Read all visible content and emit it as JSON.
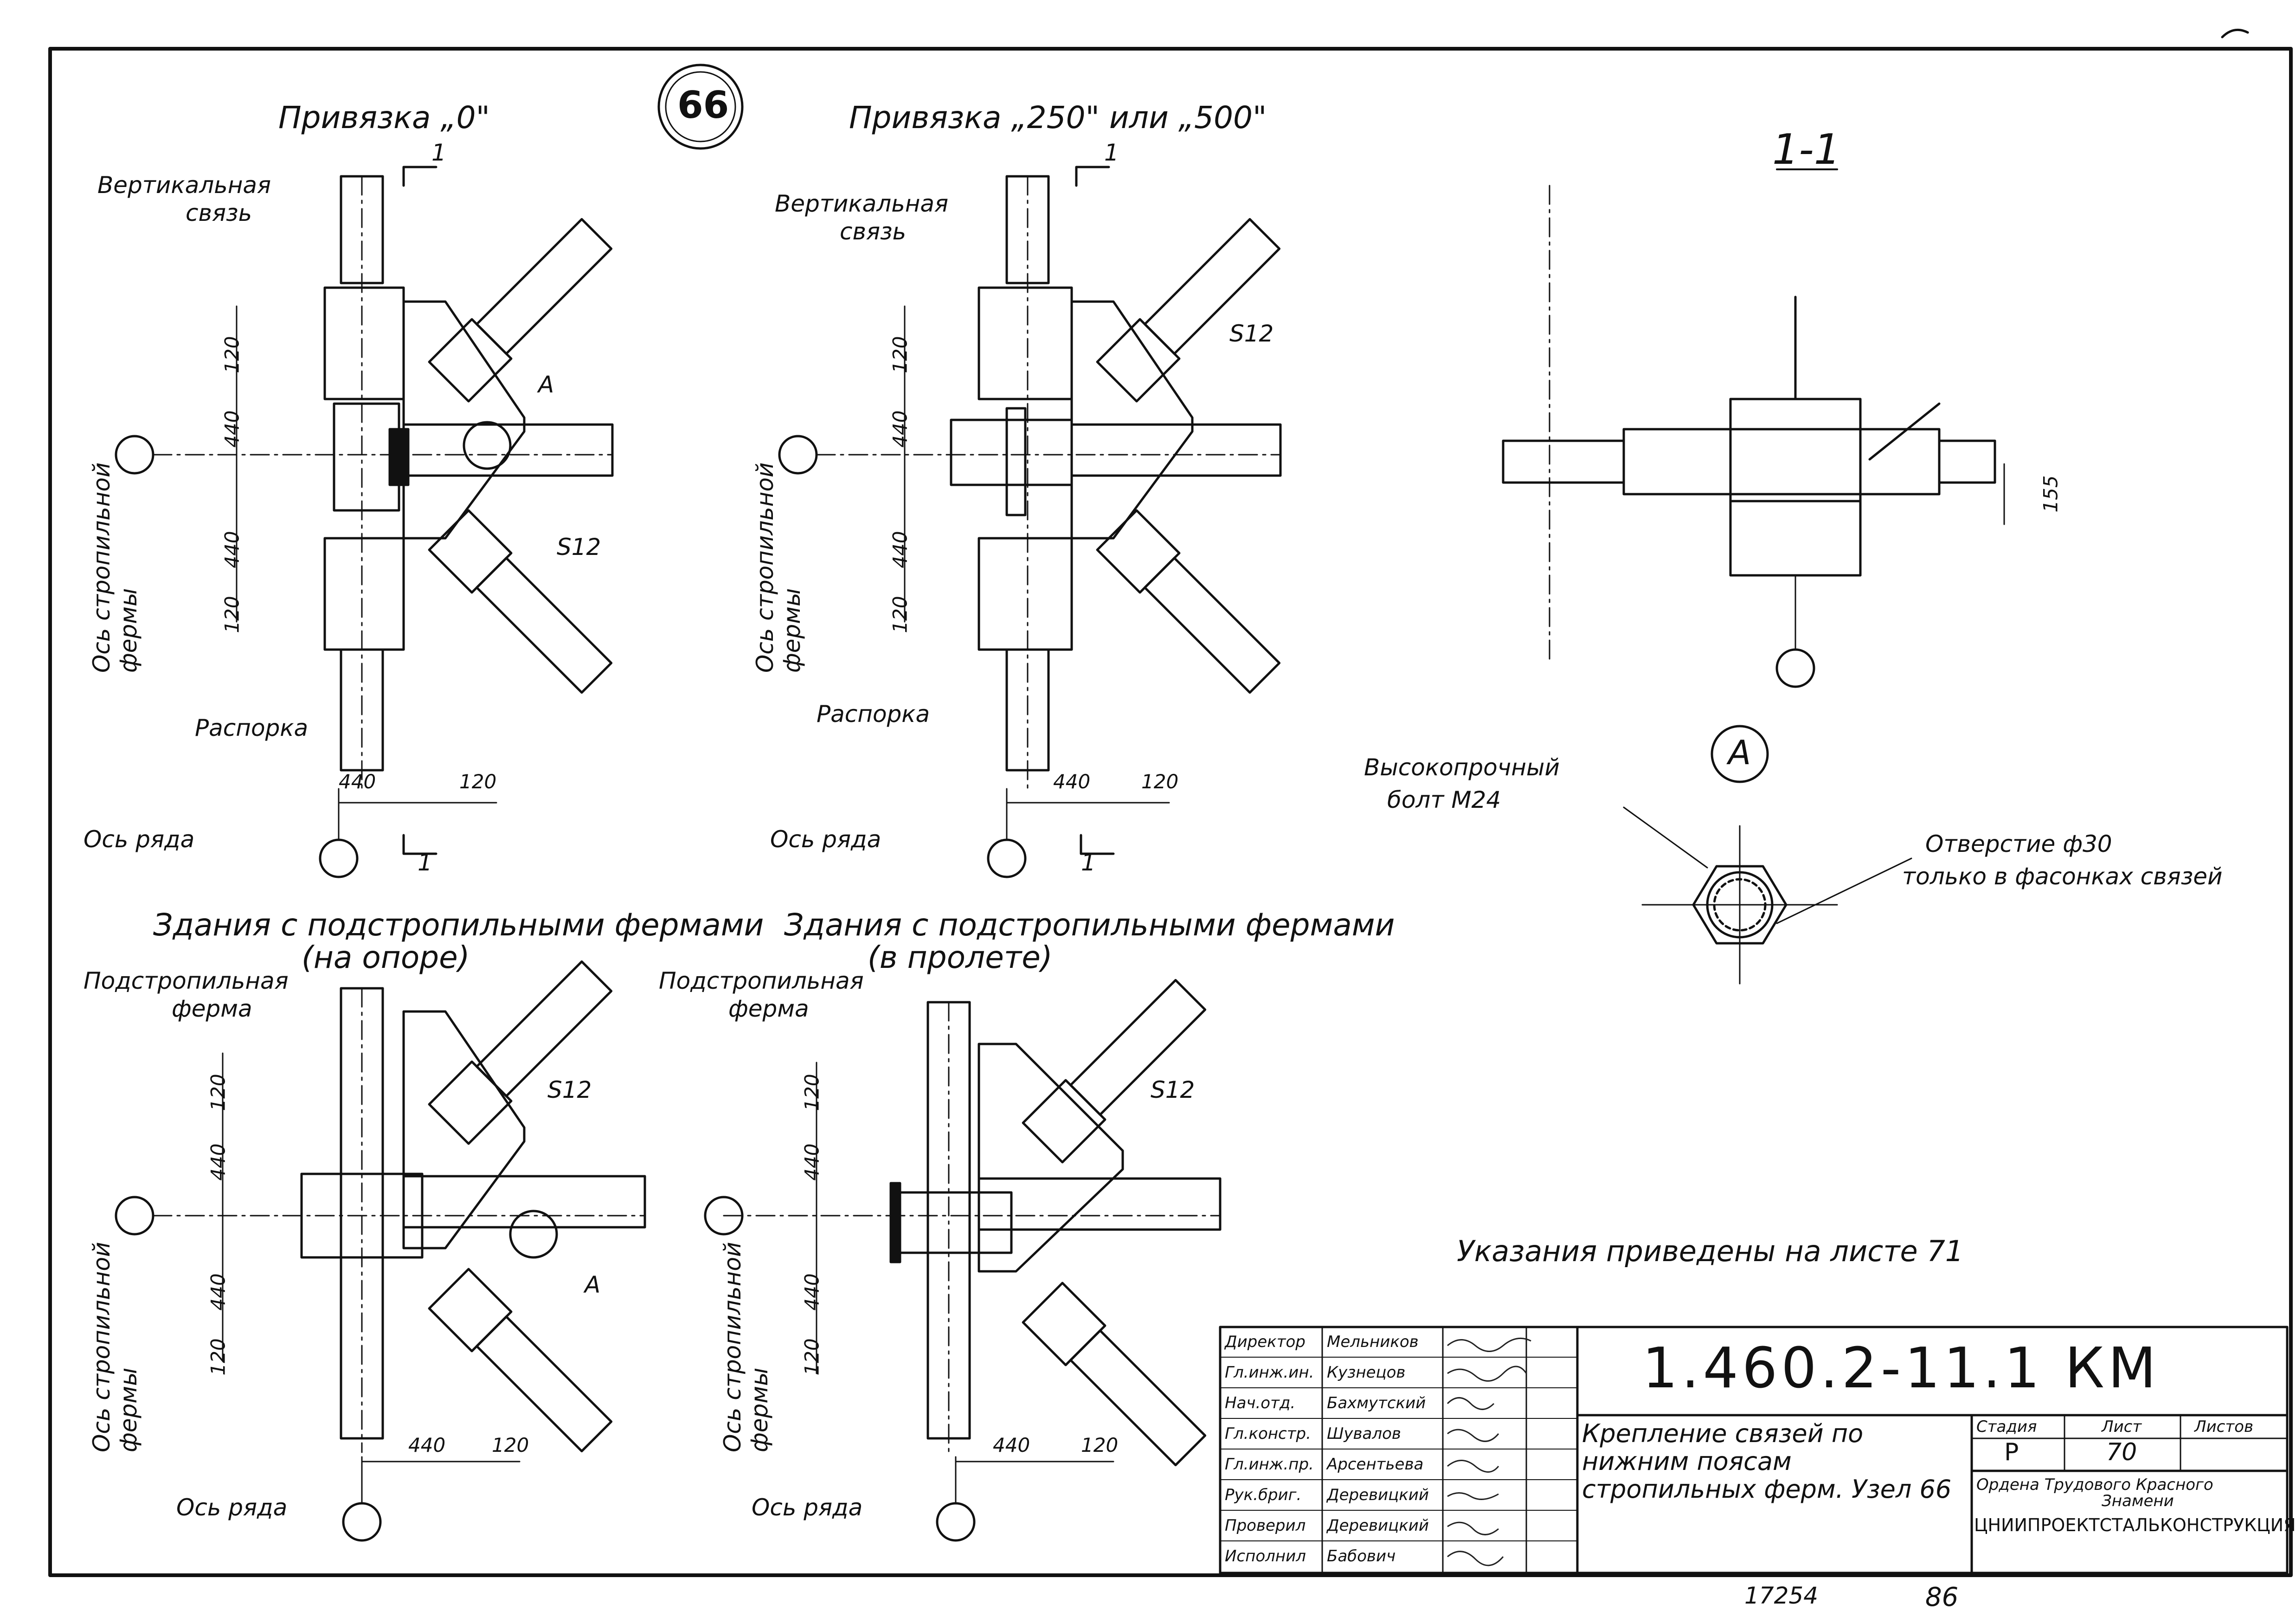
{
  "node_mark": "66",
  "detail_mark": "А",
  "section_1_1": "1-1",
  "views": {
    "tl_title": "Привязка „0\"",
    "tr_title": "Привязка „250\" или „500\"",
    "bl_title_1": "Здания с подстропильными фермами",
    "bl_title_2": "(на опоре)",
    "br_title_1": "Здания с подстропильными фермами",
    "br_title_2": "(в пролете)"
  },
  "labels": {
    "vertical_brace_1": "Вертикальная",
    "vertical_brace_2": "связь",
    "strut": "Распорка",
    "row_axis": "Ось ряда",
    "truss_axis_1": "Ось стропильной",
    "truss_axis_2": "фермы",
    "subtruss_1": "Подстропильная",
    "subtruss_2": "ферма",
    "gusset": "S12",
    "section_mark": "1",
    "bolt_1": "Высокопрочный",
    "bolt_2": "болт М24",
    "hole_1": "Отверстие ф30",
    "hole_2": "только в фасонках связей",
    "detail_ref": "А",
    "note": "Указания   приведены на листе  71"
  },
  "dims": {
    "d120": "120",
    "d440": "440",
    "d155": "155"
  },
  "stamp": {
    "code": "1.460.2-11.1 КМ",
    "title": "Крепление связей по нижним поясам стропильных ферм.    Узел 66",
    "stage_h": "Стадия",
    "sheet_h": "Лист",
    "sheets_h": "Листов",
    "stage": "Р",
    "sheet": "70",
    "org_1": "Ордена Трудового Красного",
    "org_2": "Знамени",
    "org_3": "ЦНИИПРОЕКТСТАЛЬКОНСТРУКЦИЯ",
    "roles": [
      "Директор",
      "Гл.инж.ин.",
      "Нач.отд.",
      "Гл.констр.",
      "Гл.инж.пр.",
      "Рук.бриг.",
      "Проверил",
      "Исполнил"
    ],
    "names": [
      "Мельников",
      "Кузнецов",
      "Бахмутский",
      "Шувалов",
      "Арсентьева",
      "Деревицкий",
      "Деревицкий",
      "Бабович"
    ]
  },
  "footer": {
    "archive": "17254",
    "page": "86"
  }
}
